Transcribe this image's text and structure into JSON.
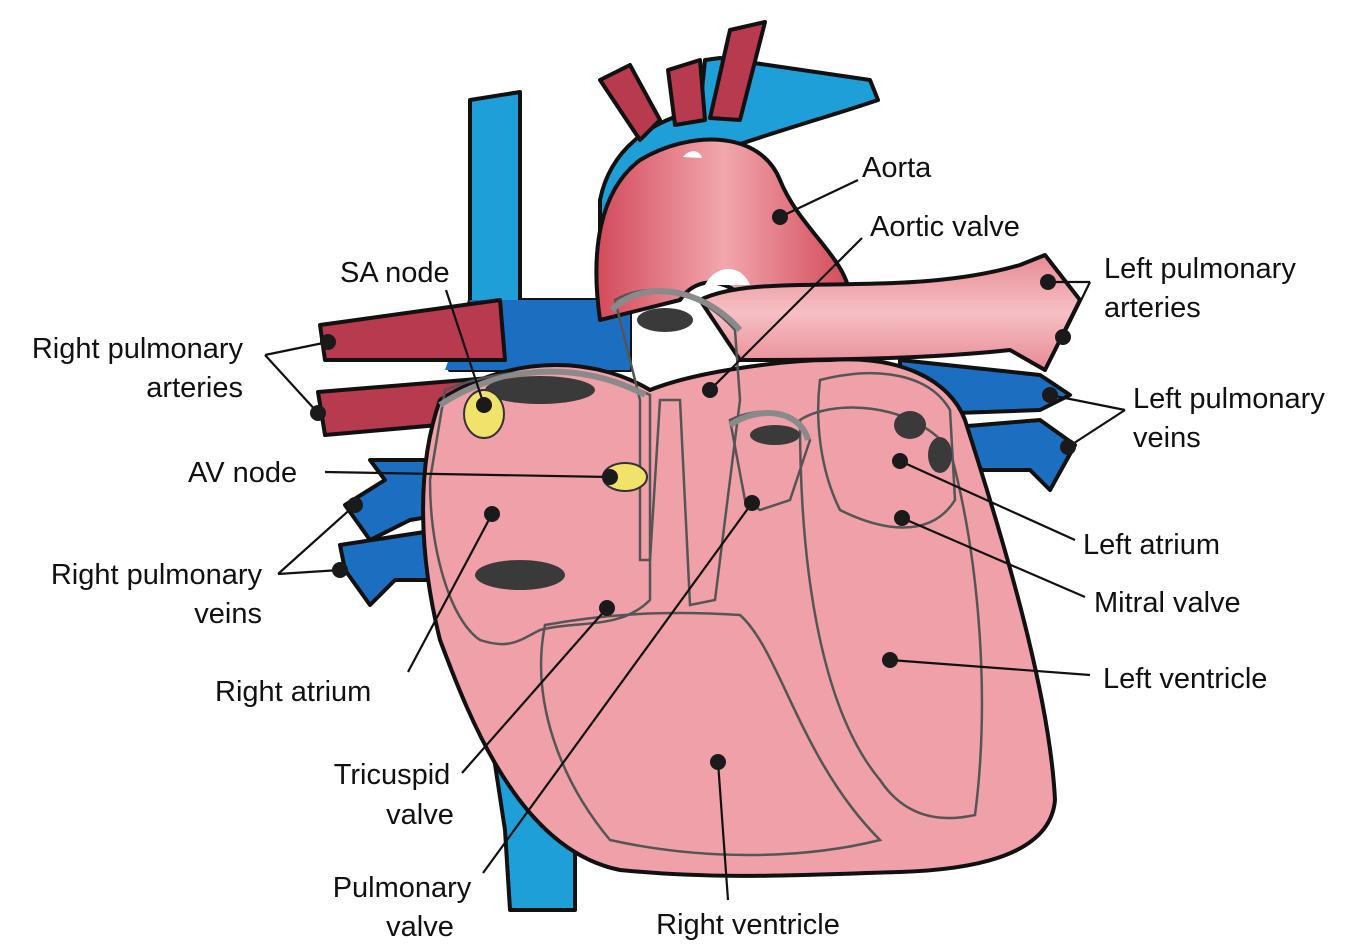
{
  "labels": {
    "aorta": "Aorta",
    "aortic_valve": "Aortic valve",
    "sa_node": "SA node",
    "left_pulmonary_arteries": [
      "Left pulmonary",
      "arteries"
    ],
    "right_pulmonary_arteries": [
      "Right pulmonary",
      "arteries"
    ],
    "left_pulmonary_veins": [
      "Left pulmonary",
      "veins"
    ],
    "av_node": "AV node",
    "right_pulmonary_veins": [
      "Right pulmonary",
      "veins"
    ],
    "left_atrium": "Left atrium",
    "mitral_valve": "Mitral valve",
    "left_ventricle": "Left ventricle",
    "right_atrium": "Right atrium",
    "tricuspid_valve": [
      "Tricuspid",
      "valve"
    ],
    "pulmonary_valve": [
      "Pulmonary",
      "valve"
    ],
    "right_ventricle": "Right ventricle"
  },
  "colors": {
    "vein_blue": "#1e9fd8",
    "vein_dark_blue": "#1c6fc0",
    "artery_red": "#b83a4e",
    "heart_pink": "#f0a0a8",
    "chamber_red": "#d23040",
    "node_yellow": "#f0e26a",
    "valve_dark": "#3a3a3a"
  }
}
